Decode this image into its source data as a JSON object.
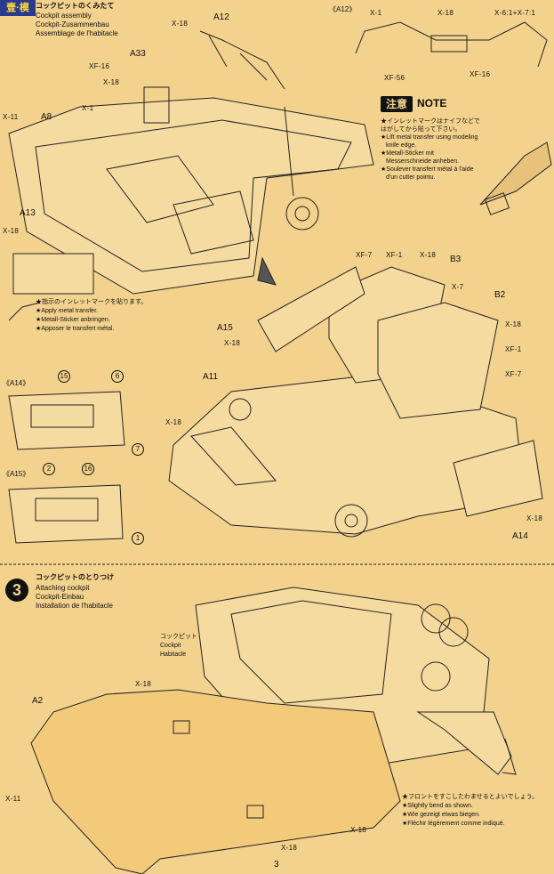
{
  "watermark": "壹·模",
  "step2": {
    "title_jp": "コックピットのくみたて",
    "title_en": "Cockpit assembly",
    "title_de": "Cockpit-Zusammenbau",
    "title_fr": "Assemblage de l'habitacle"
  },
  "labels": {
    "A12": "A12",
    "A33": "A33",
    "A8": "A8",
    "A13": "A13",
    "A15": "A15",
    "A11": "A11",
    "A14": "A14",
    "A2": "A2",
    "B3": "B3",
    "B2": "B2",
    "A12_detail": "《A12》",
    "A14_detail": "《A14》",
    "A15_detail": "《A15》"
  },
  "parts": {
    "x18": "X-18",
    "xf16": "XF-16",
    "x11": "X-11",
    "x1": "X-1",
    "x7": "X-7",
    "xf1": "XF-1",
    "xf7": "XF-7",
    "xf56": "XF-56",
    "mix": "X-6:1+X-7:1"
  },
  "note": {
    "badge": "注意",
    "title": "NOTE",
    "lines": [
      "★インレットマークはナイフなどで",
      "はがしてから貼って下さい。",
      "★Lift metal transfer using modeling",
      "knife edge.",
      "★Metall-Sticker mit",
      "Messerschneide anheben.",
      "★Soulever transfert métal à l'aide",
      "d'un cutter pointu."
    ]
  },
  "transfer_note": {
    "lines": [
      "★指示のインレットマークを貼ります。",
      "★Apply metal transfer.",
      "★Metall-Sticker anbringen.",
      "★Apposer le transfert métal."
    ]
  },
  "decals": [
    "15",
    "6",
    "7",
    "2",
    "16",
    "1"
  ],
  "step3": {
    "number": "3",
    "title_jp": "コックピットのとりつけ",
    "title_en": "Attaching cockpit",
    "title_de": "Cockpit-Einbau",
    "title_fr": "Installation de l'habitacle"
  },
  "cockpit_label": {
    "jp": "コックピット",
    "en": "Cockpit",
    "fr": "Habitacle"
  },
  "bend_note": {
    "lines": [
      "★フロントをすこしたわませるとよいでしょう。",
      "★Slightly bend as shown.",
      "★Wie gezeigt etwas biegen.",
      "★Fléchir légèrement comme indiqué."
    ]
  },
  "page_number": "3"
}
